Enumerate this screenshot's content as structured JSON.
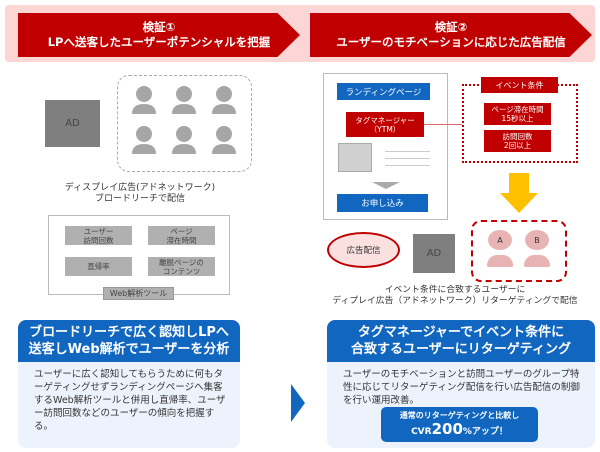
{
  "header": {
    "step1": {
      "label": "検証①",
      "title": "LPへ送客したユーザーポテンシャルを把握"
    },
    "step2": {
      "label": "検証②",
      "title": "ユーザーのモチベーションに応じた広告配信"
    }
  },
  "left": {
    "ad_label": "AD",
    "caption": [
      "ディスプレイ広告(アドネットワーク)",
      "ブロードリーチで配信"
    ],
    "tool_label": "Web解析ツール",
    "metrics": [
      [
        "ユーザー",
        "訪問回数"
      ],
      [
        "ページ",
        "滞在時間"
      ],
      [
        "直帰率"
      ],
      [
        "離脱ページの",
        "コンテンツ"
      ]
    ]
  },
  "right": {
    "lp_label": "ランディングページ",
    "tag_manager": [
      "タグマネージャー",
      "（YTM）"
    ],
    "apply_label": "お申し込み",
    "event_title": "イベント条件",
    "conditions": [
      [
        "ページ滞在時間",
        "15秒以上"
      ],
      [
        "訪問回数",
        "2回以上"
      ]
    ],
    "ad_delivery": "広告配信",
    "ad_label": "AD",
    "user_a": "A",
    "user_b": "B",
    "caption": [
      "イベント条件に合致するユーザーに",
      "ディプレイ広告（アドネットワーク）リターゲティングで配信"
    ]
  },
  "cards": {
    "left": {
      "title": [
        "ブロードリーチで広く認知しLPへ",
        "送客しWeb解析でユーザーを分析"
      ],
      "body": "ユーザーに広く認知してもらうために何もターゲティングせずランディングページへ集客するWeb解析ツールと併用し直帰率、ユーザー訪問回数などのユーザーの傾向を把握する。"
    },
    "right": {
      "title": [
        "タグマネージャーでイベント条件に",
        "合致するユーザーにリターゲティング"
      ],
      "body": "ユーザーのモチベーションと訪問ユーザーのグループ特性に応じてリターゲティング配信を行い広告配信の制御を行い運用改善。",
      "badge_line1": "通常のリターゲティングと比較し",
      "badge_cvr": "CVR",
      "badge_num": "200",
      "badge_pct": "%アップ！"
    }
  },
  "colors": {
    "red": "#c00000",
    "blue": "#1167c0",
    "pink": "#fcd5d5",
    "yellow": "#ffc000"
  }
}
